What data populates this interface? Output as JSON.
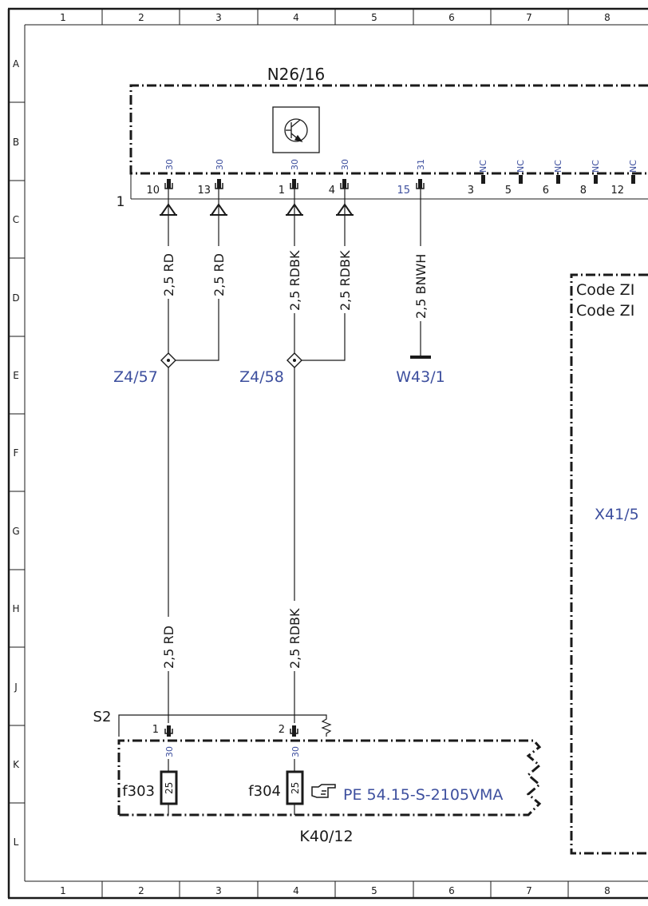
{
  "colors": {
    "line": "#1a1a1a",
    "blue_label": "#3d4f9e",
    "background": "#ffffff"
  },
  "grid": {
    "columns": [
      "1",
      "2",
      "3",
      "4",
      "5",
      "6",
      "7",
      "8"
    ],
    "rows": [
      "A",
      "B",
      "C",
      "D",
      "E",
      "F",
      "G",
      "H",
      "J",
      "K",
      "L"
    ]
  },
  "components": {
    "control_unit": "N26/16",
    "control_unit_connector": "1",
    "fuse_block": "K40/12",
    "fuse_connector": "S2",
    "fuse_a": "f303",
    "fuse_b": "f304",
    "fuse_rating_a": "25",
    "fuse_rating_b": "25",
    "reference": "PE 54.15-S-2105VMA",
    "splice_1": "Z4/57",
    "splice_2": "Z4/58",
    "ground": "W43/1",
    "connector_right": "X41/5",
    "code_line_1": "Code ZI",
    "code_line_2": "Code ZI"
  },
  "n26_pins": [
    {
      "pin": "10",
      "term": "30"
    },
    {
      "pin": "13",
      "term": "30"
    },
    {
      "pin": "1",
      "term": "30"
    },
    {
      "pin": "4",
      "term": "30"
    },
    {
      "pin": "15",
      "term": "31"
    },
    {
      "pin": "3",
      "term": "NC"
    },
    {
      "pin": "5",
      "term": "NC"
    },
    {
      "pin": "6",
      "term": "NC"
    },
    {
      "pin": "8",
      "term": "NC"
    },
    {
      "pin": "12",
      "term": "NC"
    }
  ],
  "wires": {
    "w1": "2,5 RD",
    "w2": "2,5 RD",
    "w3": "2,5 RDBK",
    "w4": "2,5 RDBK",
    "w5": "2,5 BNWH",
    "w6": "2,5 RD",
    "w7": "2,5 RDBK"
  },
  "s2_pins": [
    {
      "pin": "1",
      "term": "30"
    },
    {
      "pin": "2",
      "term": "30"
    }
  ]
}
